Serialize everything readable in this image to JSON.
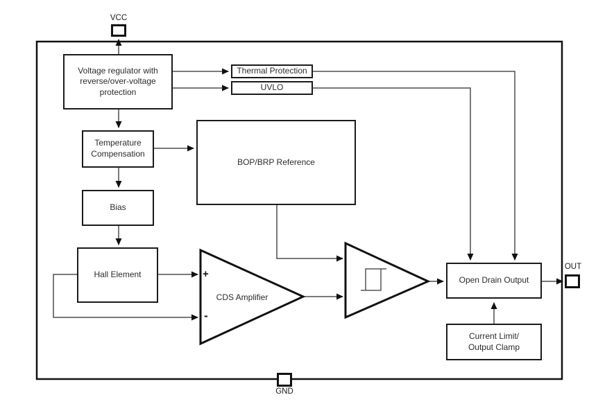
{
  "colors": {
    "background": "#ffffff",
    "box_border": "#1a1a1a",
    "connector_line": "#4d4d4d",
    "arrowhead": "#111111",
    "text": "#2b2b2b"
  },
  "pins": {
    "vcc": "VCC",
    "out": "OUT",
    "gnd": "GND"
  },
  "blocks": {
    "voltage_regulator": {
      "lines": [
        "Voltage regulator with",
        "reverse/over-voltage",
        "protection"
      ]
    },
    "thermal_protection": {
      "label": "Thermal Protection"
    },
    "uvlo": {
      "label": "UVLO"
    },
    "temperature_compensation": {
      "lines": [
        "Temperature",
        "Compensation"
      ]
    },
    "bop_brp_reference": {
      "label": "BOP/BRP Reference"
    },
    "bias": {
      "label": "Bias"
    },
    "hall_element": {
      "label": "Hall Element"
    },
    "cds_amplifier": {
      "label": "CDS Amplifier",
      "plus_input": "+",
      "minus_input": "-"
    },
    "schmitt_trigger": {
      "icon": "hysteresis"
    },
    "open_drain_output": {
      "label": "Open Drain Output"
    },
    "current_limit": {
      "lines": [
        "Current Limit/",
        "Output Clamp"
      ]
    }
  }
}
